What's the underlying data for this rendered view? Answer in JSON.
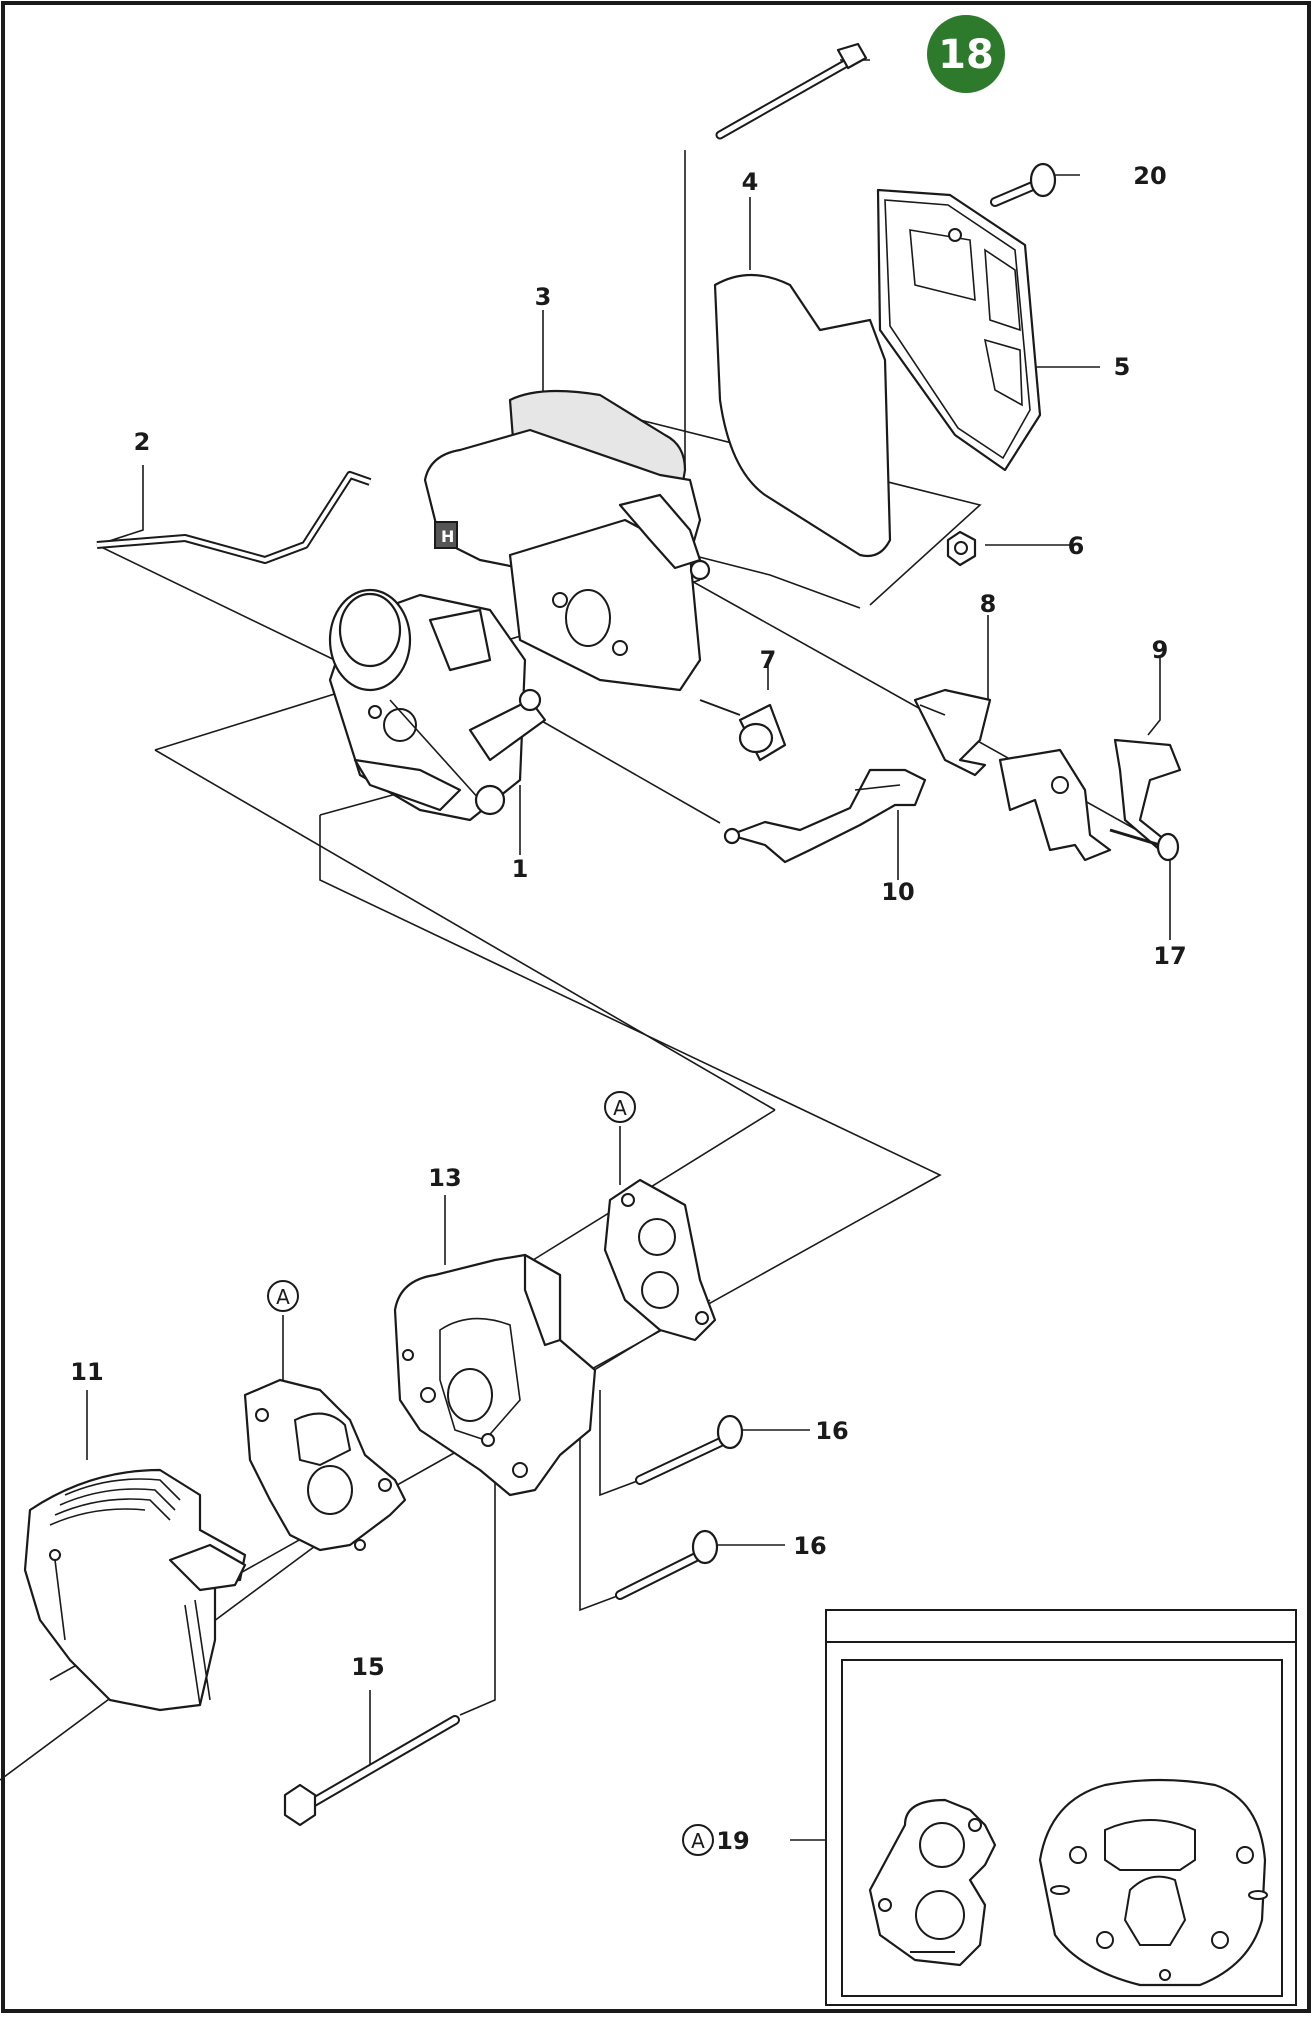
{
  "diagram": {
    "badge": {
      "label": "18",
      "color": "#2d7a2d"
    },
    "callouts": {
      "c1": "1",
      "c2": "2",
      "c3": "3",
      "c4": "4",
      "c5": "5",
      "c6": "6",
      "c7": "7",
      "c8": "8",
      "c9": "9",
      "c10": "10",
      "c11": "11",
      "c13": "13",
      "c15": "15",
      "c16a": "16",
      "c16b": "16",
      "c17": "17",
      "c19": "19",
      "c20": "20"
    },
    "marker": {
      "letter": "A"
    }
  }
}
